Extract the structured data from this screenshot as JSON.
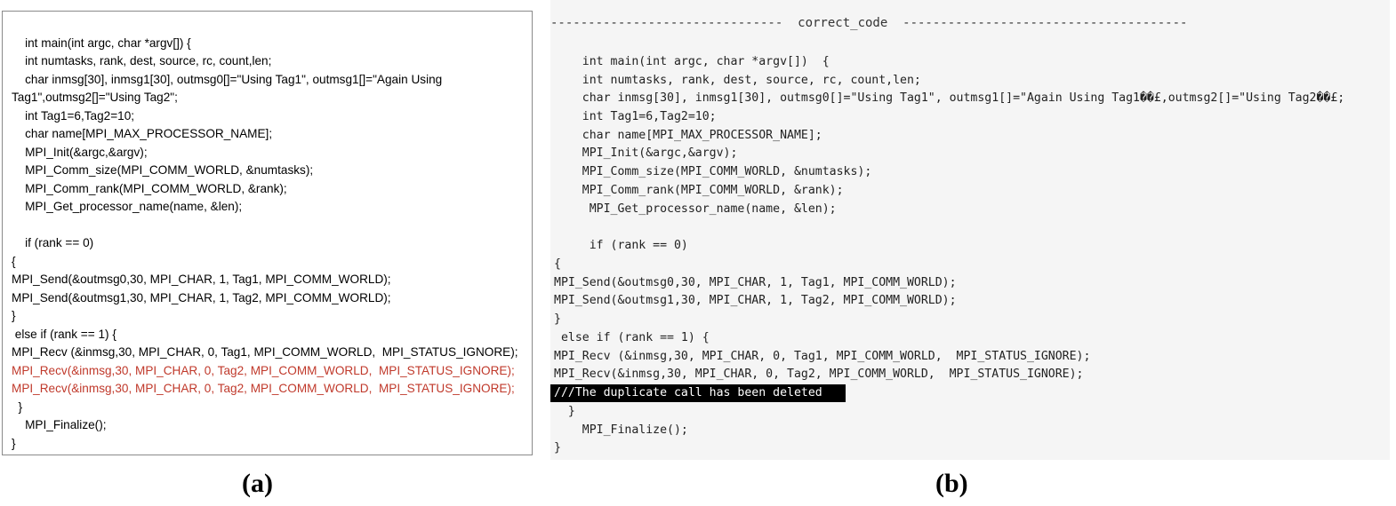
{
  "panel_a": {
    "lines": [
      "    int main(int argc, char *argv[]) {",
      "    int numtasks, rank, dest, source, rc, count,len;",
      "    char inmsg[30], inmsg1[30], outmsg0[]=\"Using Tag1\", outmsg1[]=\"Again Using",
      "Tag1\",outmsg2[]=\"Using Tag2\";",
      "    int Tag1=6,Tag2=10;",
      "    char name[MPI_MAX_PROCESSOR_NAME];",
      "    MPI_Init(&argc,&argv);",
      "    MPI_Comm_size(MPI_COMM_WORLD, &numtasks);",
      "    MPI_Comm_rank(MPI_COMM_WORLD, &rank);",
      "    MPI_Get_processor_name(name, &len);",
      "",
      "    if (rank == 0)",
      "{",
      "MPI_Send(&outmsg0,30, MPI_CHAR, 1, Tag1, MPI_COMM_WORLD);",
      "MPI_Send(&outmsg1,30, MPI_CHAR, 1, Tag2, MPI_COMM_WORLD);",
      "}",
      " else if (rank == 1) {",
      "MPI_Recv (&inmsg,30, MPI_CHAR, 0, Tag1, MPI_COMM_WORLD,  MPI_STATUS_IGNORE);",
      "MPI_Recv(&inmsg,30, MPI_CHAR, 0, Tag2, MPI_COMM_WORLD,  MPI_STATUS_IGNORE);",
      "MPI_Recv(&inmsg,30, MPI_CHAR, 0, Tag2, MPI_COMM_WORLD,  MPI_STATUS_IGNORE);",
      "  }",
      "    MPI_Finalize();",
      "}"
    ],
    "red_color": "#c0392b"
  },
  "panel_b": {
    "header": "-------------------------------  correct_code  --------------------------------------",
    "lines": [
      "    int main(int argc, char *argv[])  {",
      "    int numtasks, rank, dest, source, rc, count,len;",
      "    char inmsg[30], inmsg1[30], outmsg0[]=\"Using Tag1\", outmsg1[]=\"Again Using Tag1��£,outmsg2[]=\"Using Tag2��£;",
      "    int Tag1=6,Tag2=10;",
      "    char name[MPI_MAX_PROCESSOR_NAME];",
      "    MPI_Init(&argc,&argv);",
      "    MPI_Comm_size(MPI_COMM_WORLD, &numtasks);",
      "    MPI_Comm_rank(MPI_COMM_WORLD, &rank);",
      "     MPI_Get_processor_name(name, &len);",
      "",
      "     if (rank == 0)",
      "{",
      "MPI_Send(&outmsg0,30, MPI_CHAR, 1, Tag1, MPI_COMM_WORLD);",
      "MPI_Send(&outmsg1,30, MPI_CHAR, 1, Tag2, MPI_COMM_WORLD);",
      "}",
      " else if (rank == 1) {",
      "MPI_Recv (&inmsg,30, MPI_CHAR, 0, Tag1, MPI_COMM_WORLD,  MPI_STATUS_IGNORE);",
      "MPI_Recv(&inmsg,30, MPI_CHAR, 0, Tag2, MPI_COMM_WORLD,  MPI_STATUS_IGNORE);",
      "///The duplicate call has been deleted",
      "  }",
      "    MPI_Finalize();",
      "}"
    ],
    "highlight_bg": "#000000"
  },
  "captions": {
    "a": "(a)",
    "b": "(b)"
  }
}
